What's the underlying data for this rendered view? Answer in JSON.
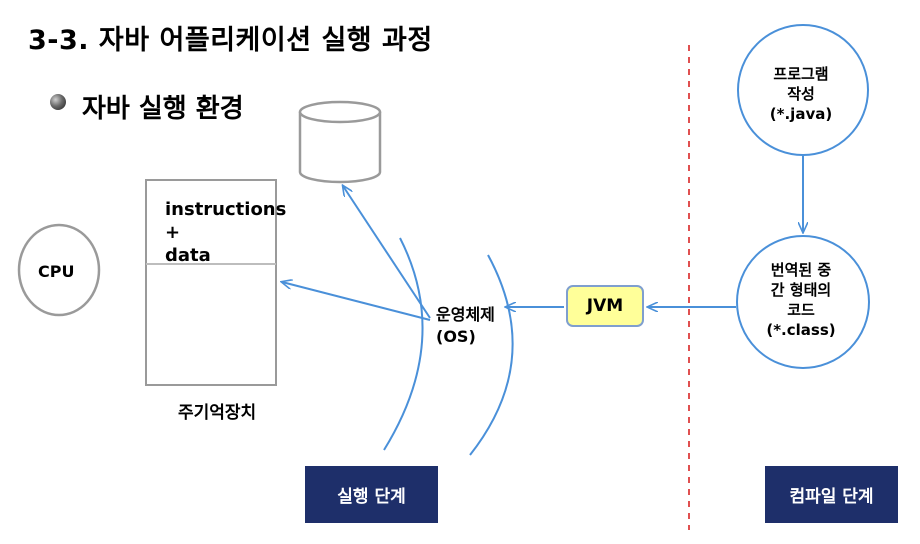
{
  "title": "3-3. 자바 어플리케이션 실행 과정",
  "subtitle": "자바 실행 환경",
  "memory": {
    "content": "instructions\n+\ndata",
    "label": "주기억장치"
  },
  "cpu": "CPU",
  "os": "운영체제\n(OS)",
  "jvm": "JVM",
  "source_node": "프로그램\n작성\n(*.java)",
  "bytecode_node": "번역된 중\n간 형태의\n코드\n(*.class)",
  "stages": {
    "run": "실행 단계",
    "compile": "컴파일 단계"
  },
  "colors": {
    "arrow": "#4a90d9",
    "stage_bg": "#1e2f6a",
    "jvm_bg": "#ffff99",
    "divider": "#e05050"
  }
}
